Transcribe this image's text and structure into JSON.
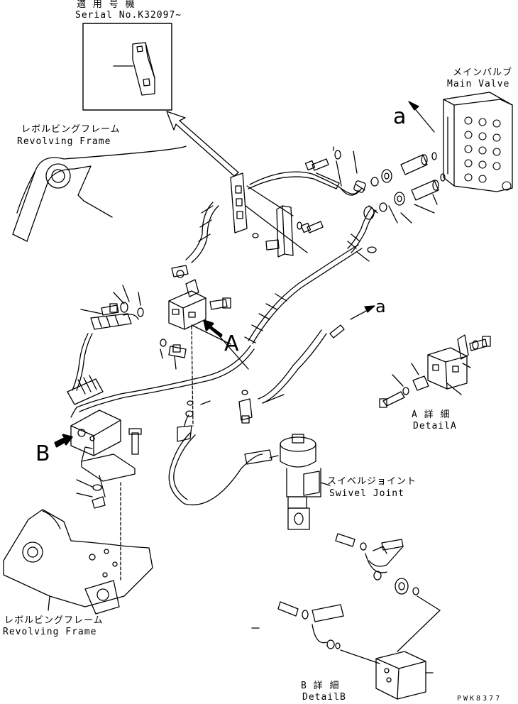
{
  "applicable": {
    "jp": "適 用 号 機",
    "en": "Serial No.K32097~"
  },
  "main_valve": {
    "jp": "メインバルブ",
    "en": "Main Valve"
  },
  "revolving_frame_top": {
    "jp": "レボルビングフレーム",
    "en": "Revolving Frame"
  },
  "revolving_frame_bottom": {
    "jp": "レボルビングフレーム",
    "en": "Revolving Frame"
  },
  "swivel_joint": {
    "jp": "スイベルジョイント",
    "en": "Swivel Joint"
  },
  "detail_a": {
    "jp": "A 詳 細",
    "en": "DetailA"
  },
  "detail_b": {
    "jp": "B 詳 細",
    "en": "DetailB"
  },
  "markers": {
    "a_upper": "a",
    "a_lower": "a",
    "A": "A",
    "B": "B"
  },
  "figure_code": "PWK8377"
}
